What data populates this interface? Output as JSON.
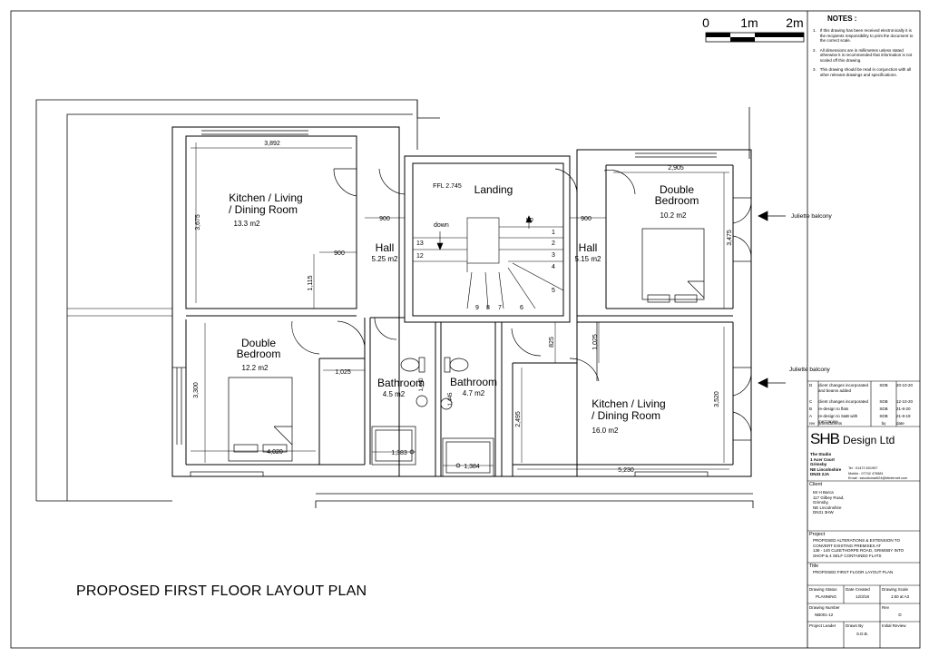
{
  "scale_bar": {
    "labels": [
      "0",
      "1m",
      "2m"
    ]
  },
  "notes": {
    "heading": "NOTES :",
    "items": [
      {
        "num": "1.",
        "text": "If this drawing has been received electronically it is the recipients responsibility to print the document to the correct scale."
      },
      {
        "num": "2.",
        "text": "All dimensions are in millimetres unless stated otherwise it is recommended that information is not scaled off this drawing."
      },
      {
        "num": "3.",
        "text": "This drawing should be read in conjunction with all other relevant drawings and specifications."
      }
    ]
  },
  "rooms": {
    "kitchen_left": {
      "name1": "Kitchen / Living",
      "name2": "/ Dining Room",
      "area": "13.3 m2"
    },
    "landing": {
      "name": "Landing",
      "ffl": "FFL 2.745"
    },
    "bedroom_right": {
      "name1": "Double",
      "name2": "Bedroom",
      "area": "10.2 m2"
    },
    "hall_left": {
      "name": "Hall",
      "area": "5.25 m2"
    },
    "hall_right": {
      "name": "Hall",
      "area": "5.15 m2"
    },
    "bedroom_left": {
      "name1": "Double",
      "name2": "Bedroom",
      "area": "12.2 m2"
    },
    "bathroom_left": {
      "name": "Bathroom",
      "area": "4.5 m2"
    },
    "bathroom_right": {
      "name": "Bathroom",
      "area": "4.7 m2"
    },
    "kitchen_right": {
      "name1": "Kitchen / Living",
      "name2": "/ Dining Room",
      "area": "16.0 m2"
    }
  },
  "stairs": {
    "down": "down",
    "up": "up",
    "steps": [
      "1",
      "2",
      "3",
      "4",
      "5",
      "6",
      "7",
      "8",
      "9",
      "12",
      "13"
    ]
  },
  "dimensions": {
    "d3892": "3,892",
    "d2905": "2,905",
    "d3675": "3,675",
    "d900a": "900",
    "d900b": "900",
    "d900c": "900",
    "d1115": "1,115",
    "d3475": "3,475",
    "d825": "825",
    "d1025a": "1,025",
    "d1025b": "1,025",
    "d3300": "3,300",
    "d4020": "4,020",
    "d1383": "1,383",
    "d1384": "1,384",
    "d2495": "2,495",
    "d5230": "5,230",
    "d3520": "3,520",
    "d1440a": "1,440",
    "d1440b": "1,445"
  },
  "annotations": {
    "balcony1": "Juliette balcony",
    "balcony2": "Juliette balcony"
  },
  "plan_title": "PROPOSED FIRST FLOOR LAYOUT PLAN",
  "revisions": {
    "rows": [
      {
        "rev": "D",
        "desc": "client changes incorporated and beams added",
        "by": "SDB",
        "date": "20-10-20"
      },
      {
        "rev": "C",
        "desc": "client changes incorporated",
        "by": "SDB",
        "date": "12-10-20"
      },
      {
        "rev": "B",
        "desc": "re-design to flats",
        "by": "SDB",
        "date": "21-8-20"
      },
      {
        "rev": "A",
        "desc": "re-design to S&B with mezzanine",
        "by": "SDB",
        "date": "21-8-19"
      }
    ],
    "header": {
      "rev": "rev",
      "desc": "amendments",
      "by": "by",
      "date": "date"
    }
  },
  "company": {
    "logo_text": "SHB",
    "logo_rest": "Design Ltd",
    "address": [
      "The Studio",
      "1 Acer Court",
      "Grimsby",
      "NE Lincolnshire",
      "DN33 2JA"
    ],
    "contact": [
      "Tel :   01472 601957",
      "Mobile : 07742 479881",
      "Email :  sstudiomarti24@btinternet.com"
    ]
  },
  "client": {
    "label": "Client",
    "lines": [
      "Mr H Barca",
      "117 Gilbey Road,",
      "Grimsby,",
      "NE Lincolnshire",
      "DN31 3HW"
    ]
  },
  "project": {
    "label": "Project",
    "lines": [
      "PROPOSED ALTERATIONS & EXTENSION TO",
      "CONVERT EXISTING PREMISES AT",
      "138 - 140 CLEETHORPE ROAD, GRIMSBY INTO",
      "SHOP & 4 SELF CONTAINED FLATS"
    ]
  },
  "title_block": {
    "label": "Title",
    "value": "PROPOSED FIRST FLOOR LAYOUT PLAN"
  },
  "drawing_info": {
    "status_label": "Drawing Status",
    "status": "PLANNING",
    "date_label": "Date Created",
    "date": "12/3/18",
    "scale_label": "Drawing Scale",
    "scale": "1:50 at A3",
    "number_label": "Drawing Number",
    "number": "NB001-12",
    "rev_label": "Rev",
    "rev": "D",
    "leader_label": "Project Leader",
    "drawn_label": "Drawn By",
    "drawn": "S.D.B.",
    "review_label": "Initial Review"
  },
  "colors": {
    "line": "#000000",
    "paper": "#ffffff",
    "grey": "#888888"
  }
}
